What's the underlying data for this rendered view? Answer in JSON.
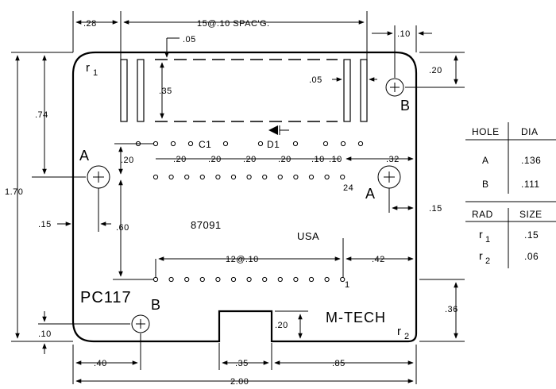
{
  "dims": {
    "top_left_028": ".28",
    "top_spacing": "15@.10 SPAC'G.",
    "top_right_010": ".10",
    "slot_gap_005": ".05",
    "right_020": ".20",
    "slot_height_035": ".35",
    "slot_gap_005b": ".05",
    "left_074": ".74",
    "height_170": "1.70",
    "hole_a_020": ".20",
    "pitch_1": ".20",
    "pitch_2": ".20",
    "pitch_3": ".20",
    "pitch_4": ".20",
    "pitch_5": ".10",
    "pitch_6": ".10",
    "right_032": ".32",
    "left_015": ".15",
    "right_015": ".15",
    "row_060": ".60",
    "bottom_spacing": "12@.10",
    "right_042": ".42",
    "left_010": ".10",
    "notch_020": ".20",
    "right_036": ".36",
    "bottom_040": ".40",
    "bottom_035": ".35",
    "bottom_085": ".85",
    "width_200": "2.00"
  },
  "labels": {
    "r1": "r",
    "r1_sub": "1",
    "r2": "r",
    "r2_sub": "2",
    "hole_b_top": "B",
    "hole_a_left": "A",
    "hole_a_right": "A",
    "hole_b_bottom": "B",
    "c1": "C1",
    "d1": "D1",
    "pin_24": "24",
    "pin_1": "1",
    "part_number": "87091",
    "country": "USA",
    "board_name": "PC117",
    "maker": "M-TECH"
  },
  "hole_table": {
    "headers": [
      "HOLE",
      "DIA"
    ],
    "rows": [
      {
        "hole": "A",
        "dia": ".136"
      },
      {
        "hole": "B",
        "dia": ".111"
      }
    ]
  },
  "radius_table": {
    "headers": [
      "RAD",
      "SIZE"
    ],
    "rows": [
      {
        "rad": "r",
        "sub": "1",
        "size": ".15"
      },
      {
        "rad": "r",
        "sub": "2",
        "size": ".06"
      }
    ]
  }
}
